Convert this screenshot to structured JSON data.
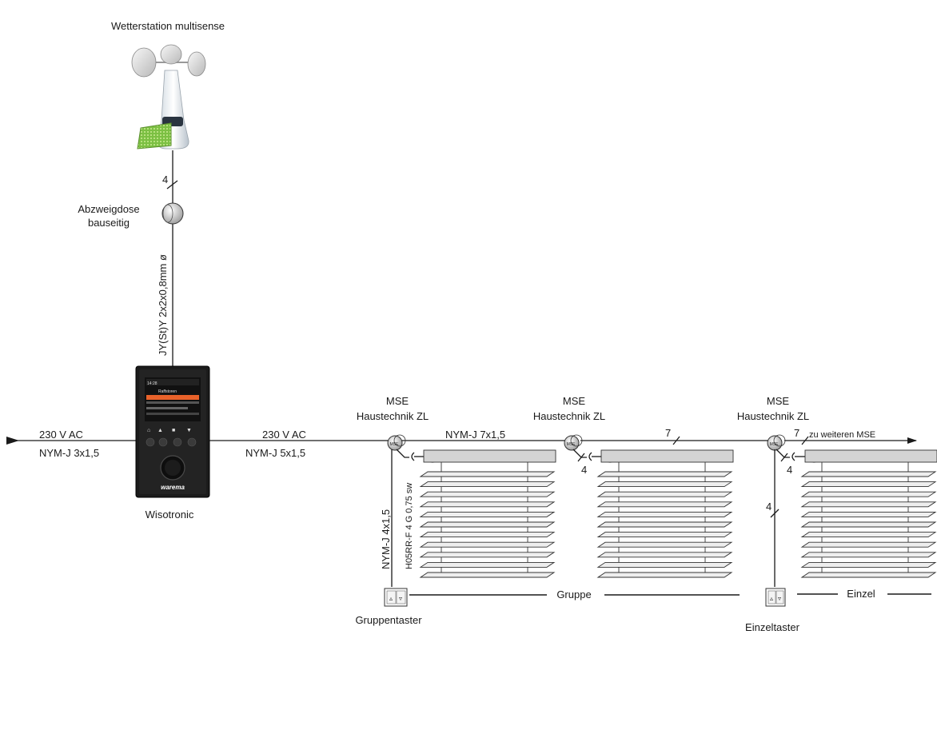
{
  "weather_station": {
    "title": "Wetterstation multisense"
  },
  "junction_box": {
    "line1": "Abzweigdose",
    "line2": "bauseitig"
  },
  "cables": {
    "weather_count": "4",
    "weather_cable": "JY(St)Y 2x2x0,8mm ø",
    "supply_voltage": "230 V AC",
    "supply_cable": "NYM-J 3x1,5",
    "output_voltage": "230 V AC",
    "output_cable": "NYM-J 5x1,5",
    "bus_cable": "NYM-J 7x1,5",
    "bus_count": "7",
    "bus_count_2": "7",
    "further_mse": "zu weiteren MSE",
    "motor_cable": "H05RR-F 4 G 0,75 sw",
    "switch_cable": "NYM-J 4x1,5",
    "motor_count_2": "4",
    "motor_count_3": "4",
    "switch_count_3": "4"
  },
  "controller": {
    "name": "Wisotronic",
    "brand": "warema",
    "screen_header": "Raffstoren",
    "screen_time": "14:28"
  },
  "mse_units": [
    {
      "line1": "MSE",
      "line2": "Haustechnik ZL",
      "badge": "MSE"
    },
    {
      "line1": "MSE",
      "line2": "Haustechnik ZL",
      "badge": "MSE"
    },
    {
      "line1": "MSE",
      "line2": "Haustechnik ZL",
      "badge": "MSE"
    }
  ],
  "motor_symbol": "M",
  "groups": {
    "group_label": "Gruppe",
    "single_label": "Einzel",
    "group_switch": "Gruppentaster",
    "single_switch": "Einzeltaster"
  }
}
